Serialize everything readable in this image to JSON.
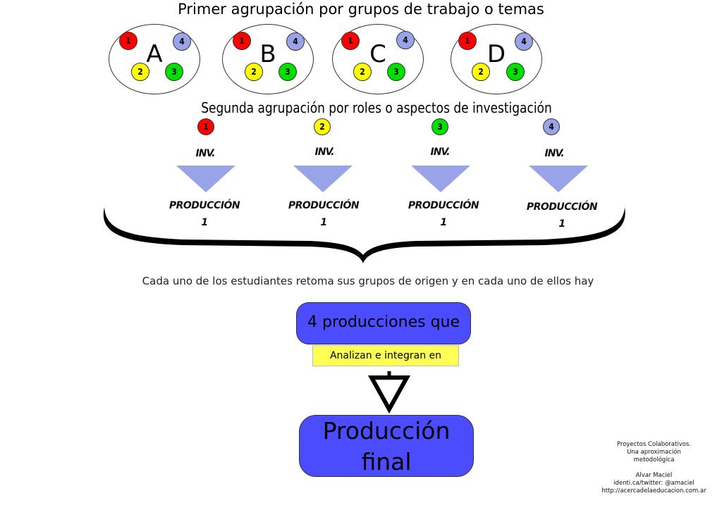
{
  "title_first": "Primer agrupación por grupos de trabajo o temas",
  "groups": [
    {
      "letter": "A",
      "members": [
        "1",
        "2",
        "3",
        "4"
      ]
    },
    {
      "letter": "B",
      "members": [
        "1",
        "2",
        "3",
        "4"
      ]
    },
    {
      "letter": "C",
      "members": [
        "1",
        "2",
        "3",
        "4"
      ]
    },
    {
      "letter": "D",
      "members": [
        "1",
        "2",
        "3",
        "4"
      ]
    }
  ],
  "member_colors": {
    "1": "#ff0000",
    "2": "#ffff00",
    "3": "#00e000",
    "4": "#99a3e8"
  },
  "title_second": "Segunda agrupación por roles o aspectos de investigación",
  "roles": [
    {
      "number": "1",
      "inv": "INV.",
      "production": "PRODUCCIÓN",
      "production_num": "1"
    },
    {
      "number": "2",
      "inv": "INV.",
      "production": "PRODUCCIÓN",
      "production_num": "1"
    },
    {
      "number": "3",
      "inv": "INV.",
      "production": "PRODUCCIÓN",
      "production_num": "1"
    },
    {
      "number": "4",
      "inv": "INV.",
      "production": "PRODUCCIÓN",
      "production_num": "1"
    }
  ],
  "caption": "Cada uno de los estudiantes retoma sus grupos de origen y en cada uno de ellos hay",
  "box_productions": "4 producciones que",
  "box_analyze": "Analizan e integran en",
  "final_line1": "Producción",
  "final_line2": "final",
  "credits": {
    "line1": "Proyectos Colaborativos.",
    "line2": "Una aproximación",
    "line3": "metodológica",
    "author": "Alvar Maciel",
    "social": "identi.ca/twitter: @amaciel",
    "url": "http://acercadelaeducacion.com.ar"
  },
  "colors": {
    "box_fill": "#4c4cff",
    "triangle_fill": "#99a3e8",
    "label_fill": "#ffff55"
  }
}
